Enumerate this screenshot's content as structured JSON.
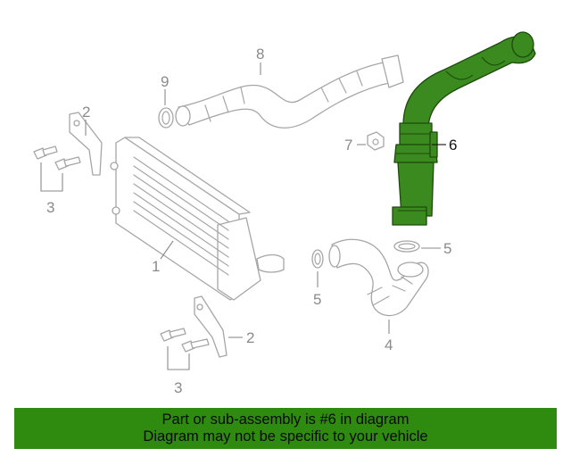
{
  "callouts": {
    "c1": "1",
    "c2a": "2",
    "c2b": "2",
    "c3a": "3",
    "c3b": "3",
    "c4": "4",
    "c5a": "5",
    "c5b": "5",
    "c6": "6",
    "c7": "7",
    "c8": "8",
    "c9": "9"
  },
  "highlight": {
    "part_number": "6",
    "color": "#3a8a1f"
  },
  "banner": {
    "line1": "Part or sub-assembly is #6 in diagram",
    "line2": "Diagram may not be specific to your vehicle",
    "color": "#2e8b0f"
  }
}
